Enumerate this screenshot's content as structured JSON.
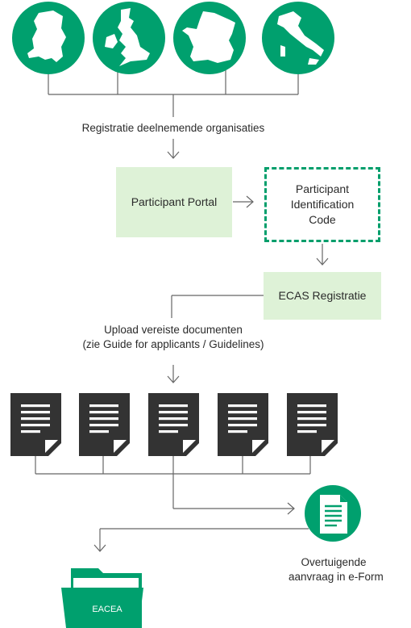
{
  "colors": {
    "green": "#00a06e",
    "light_green": "#def2d7",
    "dark": "#333333",
    "line": "#666666"
  },
  "icons": [
    "netherlands-map-icon",
    "uk-map-icon",
    "france-map-icon",
    "italy-map-icon",
    "document-icon",
    "e-form-document-icon",
    "folder-icon"
  ],
  "steps": {
    "registration": "Registratie deelnemende organisaties",
    "participant_portal": "Participant Portal",
    "pic_line1": "Participant",
    "pic_line2": "Identification",
    "pic_line3": "Code",
    "ecas": "ECAS Registratie",
    "upload_line1": "Upload vereiste documenten",
    "upload_line2": "(zie Guide for applicants / Guidelines)",
    "eform_line1": "Overtuigende",
    "eform_line2": "aanvraag in e-Form",
    "folder_label": "EACEA"
  }
}
